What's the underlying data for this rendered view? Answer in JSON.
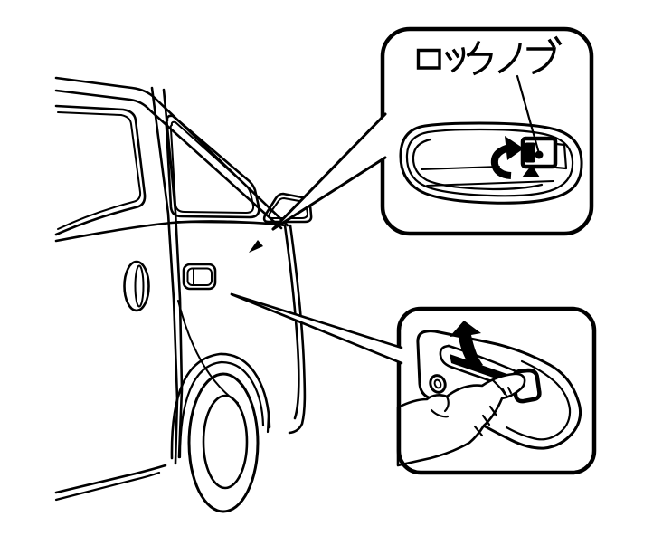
{
  "illustration": {
    "background_color": "#ffffff",
    "line_color": "#000000",
    "vehicle": "van-side-front-line-drawing",
    "callouts": {
      "interior_handle": {
        "label": "ロックノブ",
        "icons": {
          "rotate_arrow": "curved-rotate-arrow",
          "leader_dot": "filled-dot",
          "leader_pointer": "tapered-pointer-with-arrowhead"
        }
      },
      "exterior_handle": {
        "icons": {
          "pull_up_arrow": "up-arrow",
          "leader_pointer": "tapered-pointer"
        }
      }
    }
  }
}
